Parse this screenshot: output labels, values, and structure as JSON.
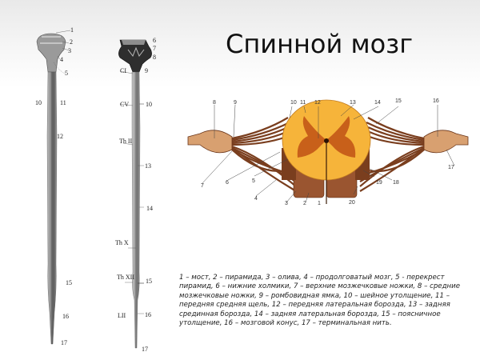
{
  "title": "Спинной мозг",
  "left_cord_labels": [
    {
      "id": "1",
      "label": "1"
    },
    {
      "id": "2",
      "label": "2"
    },
    {
      "id": "3",
      "label": "3"
    },
    {
      "id": "4",
      "label": "4"
    },
    {
      "id": "5",
      "label": "5"
    },
    {
      "id": "10",
      "label": "10"
    },
    {
      "id": "11",
      "label": "11"
    },
    {
      "id": "12",
      "label": "12"
    },
    {
      "id": "15",
      "label": "15"
    },
    {
      "id": "16",
      "label": "16"
    },
    {
      "id": "17",
      "label": "17"
    }
  ],
  "middle_cord_labels": [
    {
      "id": "6",
      "label": "6"
    },
    {
      "id": "7",
      "label": "7"
    },
    {
      "id": "8",
      "label": "8"
    },
    {
      "id": "9",
      "label": "9"
    },
    {
      "id": "C1",
      "label": "CI"
    },
    {
      "id": "CV",
      "label": "CV"
    },
    {
      "id": "10",
      "label": "10"
    },
    {
      "id": "ThII",
      "label": "Th II"
    },
    {
      "id": "13",
      "label": "13"
    },
    {
      "id": "14",
      "label": "14"
    },
    {
      "id": "ThX",
      "label": "Th X"
    },
    {
      "id": "ThXII",
      "label": "Th XII"
    },
    {
      "id": "15",
      "label": "15"
    },
    {
      "id": "LII",
      "label": "LII"
    },
    {
      "id": "16",
      "label": "16"
    },
    {
      "id": "17",
      "label": "17"
    }
  ],
  "cross_section_labels": [
    "1",
    "2",
    "3",
    "4",
    "5",
    "6",
    "7",
    "8",
    "9",
    "10",
    "11",
    "12",
    "13",
    "14",
    "15",
    "16",
    "17",
    "18",
    "19",
    "20"
  ],
  "legend_text": "1 – мост, 2 – пирамида, 3 – олива, 4 – продолговатый мозг, 5  - перекрест пирамид, 6 – нижние холмики, 7 – верхние мозжечковые ножки, 8 – средние мозжечковые ножки, 9 – ромбовидная ямка, 10 – шейное утолщение, 11 – передняя средняя щель, 12 – передняя латеральная борозда, 13 – задняя срединная борозда, 14 – задняя латеральная борозда, 15 – поясничное утолщение, 16 – мозговой конус, 17 – терминальная нить.",
  "colors": {
    "gray_matter": "#c8601a",
    "white_matter": "#f6b43a",
    "roots": "#8a4a2a",
    "ganglion": "#d9a070",
    "title": "#111111"
  }
}
